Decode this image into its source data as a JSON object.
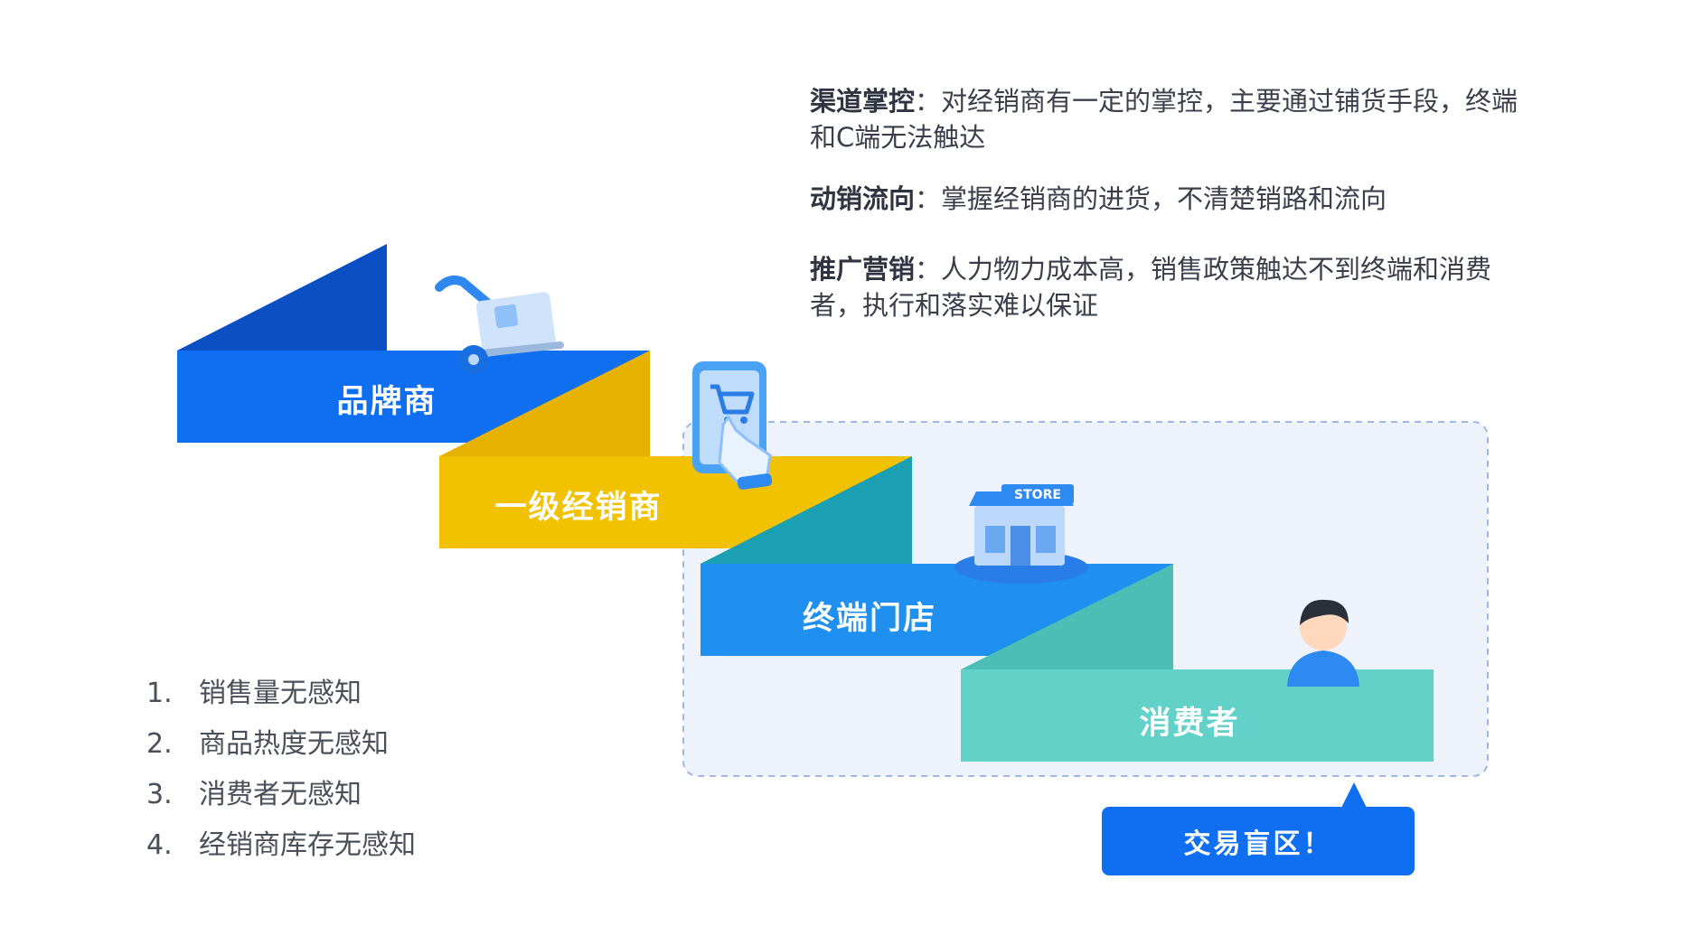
{
  "notes": [
    {
      "term": "渠道掌控",
      "sep": "：",
      "text": "对经销商有一定的掌控，主要通过铺货手段，终端和C端无法触达"
    },
    {
      "term": "动销流向",
      "sep": "：",
      "text": "掌握经销商的进货，不清楚销路和流向"
    },
    {
      "term": "推广营销",
      "sep": "：",
      "text": "人力物力成本高，销售政策触达不到终端和消费者，执行和落实难以保证"
    }
  ],
  "steps": [
    {
      "label": "品牌商",
      "color": "#0f6ff0",
      "dark": "#0a4fc4"
    },
    {
      "label": "一级经销商",
      "color": "#f2c200",
      "dark": "#e7b100"
    },
    {
      "label": "终端门店",
      "color": "#1f8ff0",
      "dark": "#1a9fb3"
    },
    {
      "label": "消费者",
      "color": "#62d2c9",
      "dark": "#4bbfb6"
    }
  ],
  "list": [
    {
      "num": "1.",
      "text": "销售量无感知"
    },
    {
      "num": "2.",
      "text": "商品热度无感知"
    },
    {
      "num": "3.",
      "text": "消费者无感知"
    },
    {
      "num": "4.",
      "text": "经销商库存无感知"
    }
  ],
  "callout": {
    "label": "交易盲区！"
  },
  "icons": {
    "cart": "hand-truck-box-icon",
    "phone": "mobile-shopping-icon",
    "store": "store-icon",
    "person": "consumer-avatar-icon",
    "store_sign": "STORE"
  },
  "colors": {
    "brand_blue": "#0f6ff0",
    "gold": "#f2c200",
    "teal": "#62d2c9",
    "dashed_border": "#9bb8e6"
  }
}
